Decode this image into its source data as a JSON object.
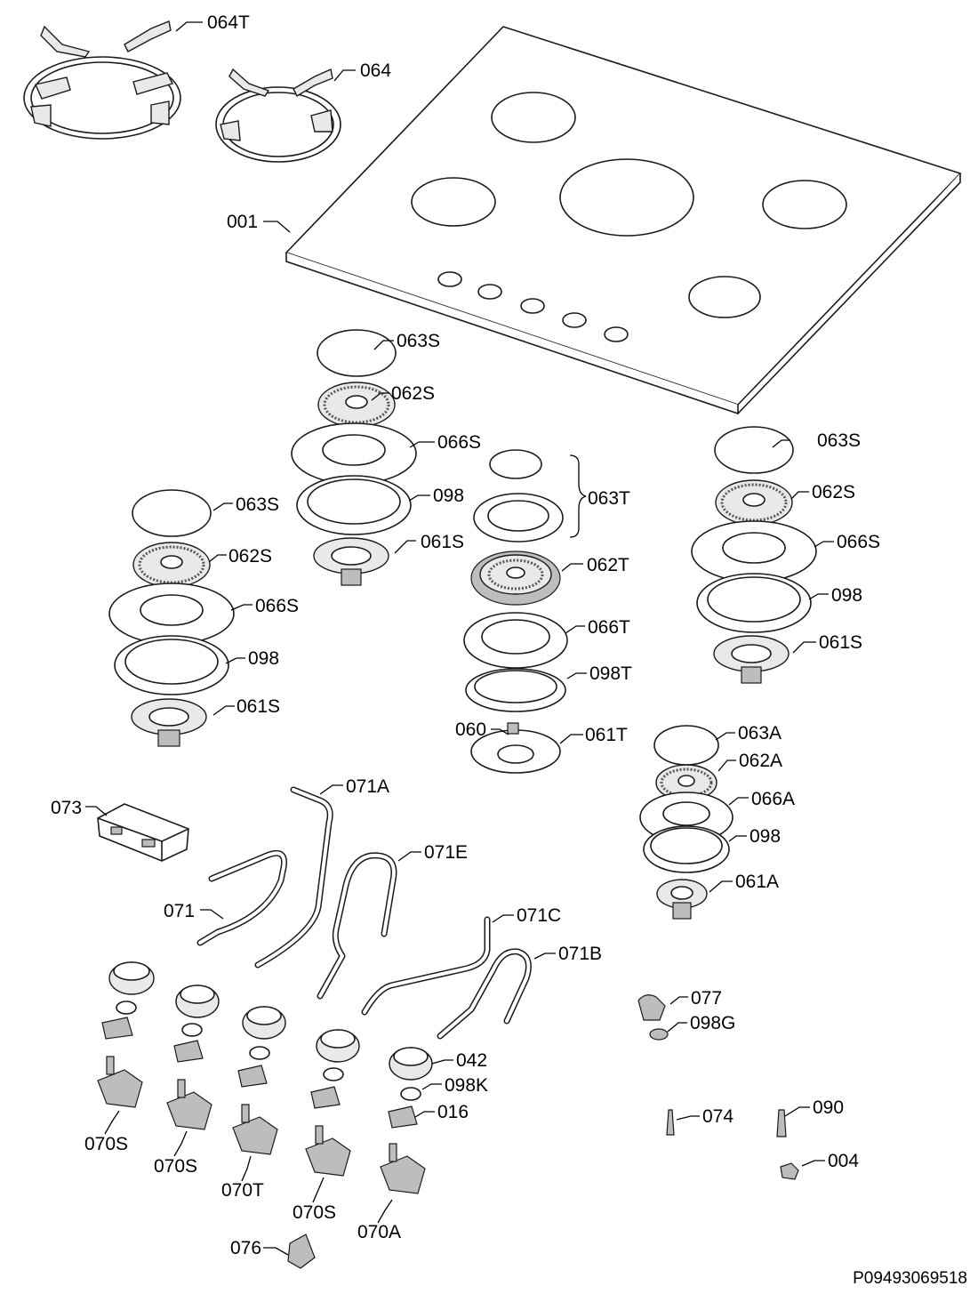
{
  "labels": {
    "l064T": "064T",
    "l064": "064",
    "l001": "001",
    "l063S_a": "063S",
    "l062S_a": "062S",
    "l066S_a": "066S",
    "l098_a": "098",
    "l061S_a": "061S",
    "l063S_b": "063S",
    "l062S_b": "062S",
    "l066S_b": "066S",
    "l098_b": "098",
    "l061S_b": "061S",
    "l063S_c": "063S",
    "l062S_c": "062S",
    "l066S_c": "066S",
    "l098_c": "098",
    "l061S_c": "061S",
    "l063T": "063T",
    "l062T": "062T",
    "l066T": "066T",
    "l098T": "098T",
    "l060": "060",
    "l061T": "061T",
    "l063A": "063A",
    "l062A": "062A",
    "l066A": "066A",
    "l098_d": "098",
    "l061A": "061A",
    "l073": "073",
    "l071A": "071A",
    "l071E": "071E",
    "l071": "071",
    "l071C": "071C",
    "l071B": "071B",
    "l077": "077",
    "l098G": "098G",
    "l042": "042",
    "l098K": "098K",
    "l016": "016",
    "l074": "074",
    "l090": "090",
    "l004": "004",
    "l070S_a": "070S",
    "l070S_b": "070S",
    "l070T": "070T",
    "l070S_c": "070S",
    "l070A": "070A",
    "l076": "076"
  },
  "footer": "P09493069518"
}
